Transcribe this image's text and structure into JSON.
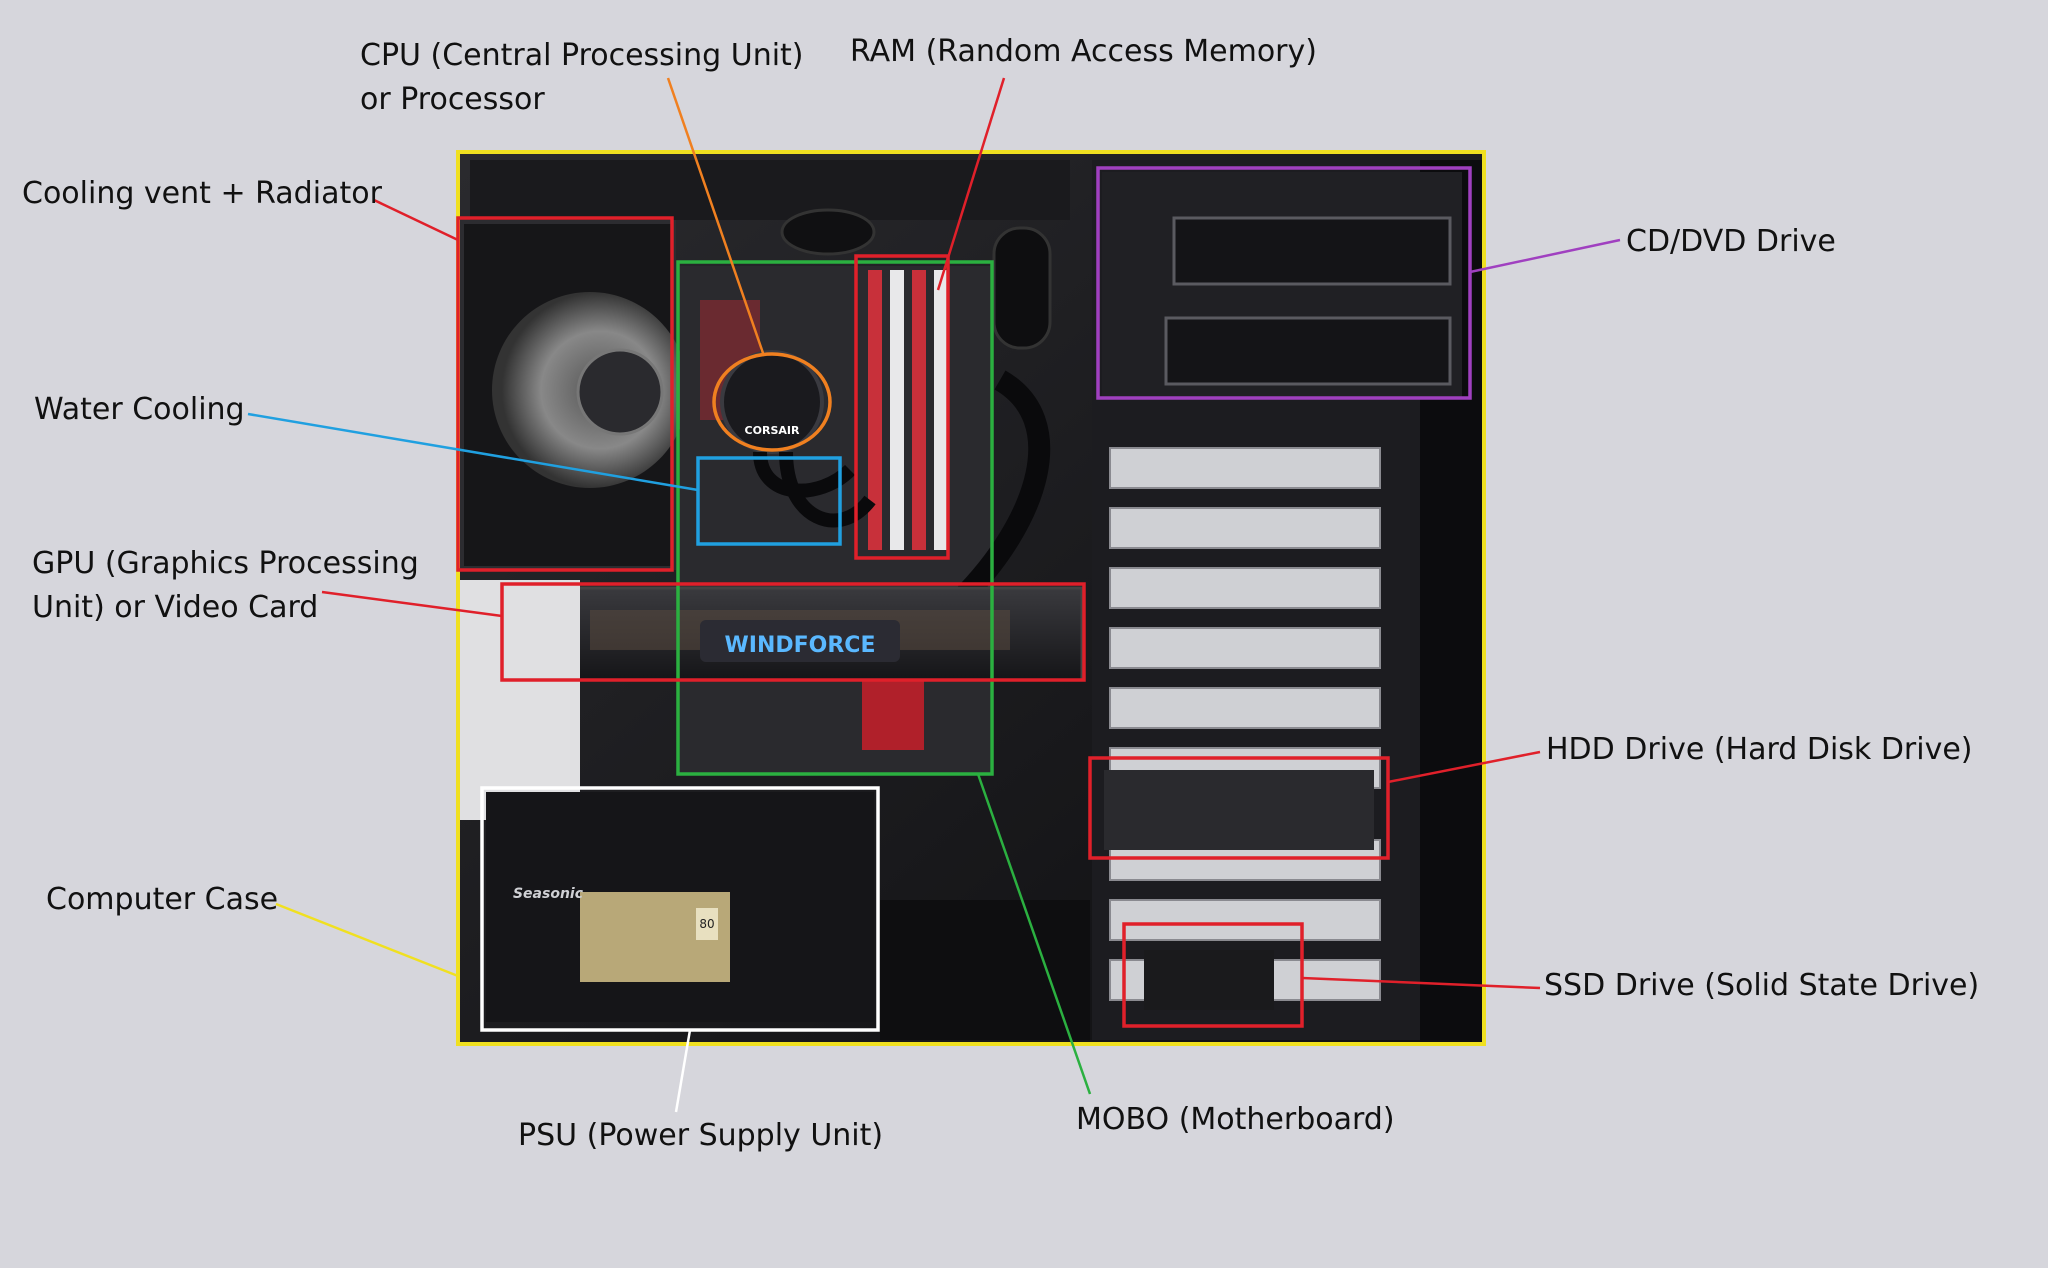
{
  "labels": {
    "cpu": [
      "CPU (Central Processing Unit)",
      "or Processor"
    ],
    "ram": "RAM (Random Access Memory)",
    "cooling_vent": "Cooling vent + Radiator",
    "cd_dvd": "CD/DVD Drive",
    "water_cooling": "Water Cooling",
    "gpu": [
      "GPU (Graphics Processing",
      "Unit) or Video Card"
    ],
    "hdd": "HDD Drive (Hard Disk Drive)",
    "computer_case": "Computer Case",
    "ssd": "SSD Drive (Solid State Drive)",
    "mobo": "MOBO (Motherboard)",
    "psu": "PSU (Power Supply Unit)"
  },
  "photo_text": {
    "windforce": "WINDFORCE",
    "corsair": "CORSAIR",
    "seasonic": "Seasonic",
    "badge": "80"
  },
  "colors": {
    "background": "#d6d6dc",
    "red": "#e0202a",
    "orange": "#f08020",
    "green": "#2bb040",
    "blue": "#20a0e0",
    "purple": "#a040c0",
    "yellow": "#f0e020",
    "white": "#ffffff"
  }
}
